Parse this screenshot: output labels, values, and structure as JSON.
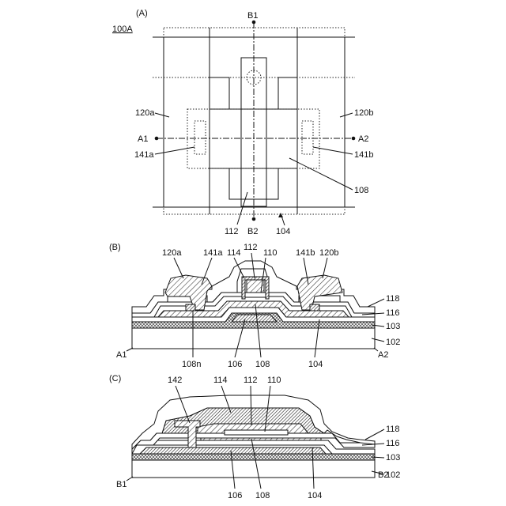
{
  "panels": {
    "A": {
      "title": "(A)",
      "ref": "100A",
      "labels": {
        "B1": "B1",
        "B2": "B2",
        "A1": "A1",
        "A2": "A2",
        "l120a": "120a",
        "l120b": "120b",
        "l141a": "141a",
        "l141b": "141b",
        "l108": "108",
        "l112": "112",
        "l104": "104"
      }
    },
    "B": {
      "title": "(B)",
      "labels": {
        "l120a": "120a",
        "l141a": "141a",
        "l114": "114",
        "l112": "112",
        "l110": "110",
        "l141b": "141b",
        "l120b": "120b",
        "l118": "118",
        "l116": "116",
        "l103": "103",
        "l102": "102",
        "A1": "A1",
        "A2": "A2",
        "l108n": "108n",
        "l106": "106",
        "l108": "108",
        "l104": "104"
      }
    },
    "C": {
      "title": "(C)",
      "labels": {
        "l142": "142",
        "l114": "114",
        "l112": "112",
        "l110": "110",
        "l118": "118",
        "l116": "116",
        "l103": "103",
        "l102": "102",
        "B1": "B1",
        "B2": "B2",
        "l106": "106",
        "l108": "108",
        "l104": "104"
      }
    }
  }
}
